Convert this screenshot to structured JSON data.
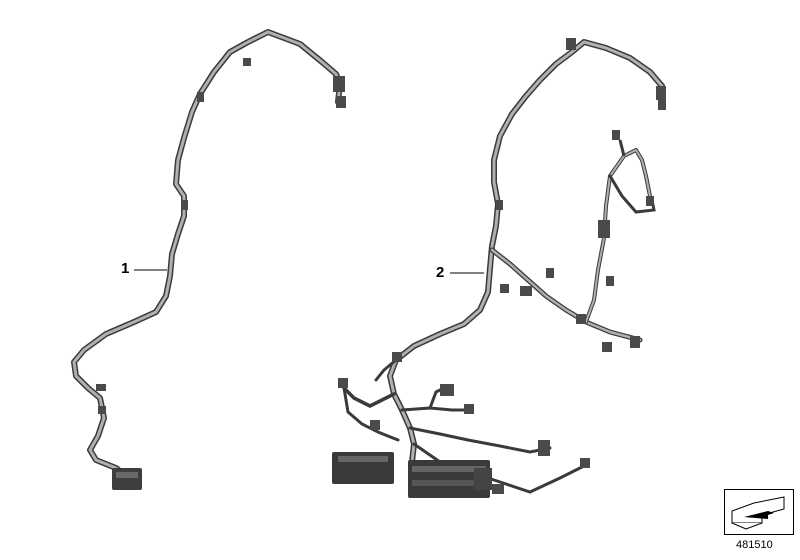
{
  "callouts": [
    {
      "id": "1",
      "text": "1"
    },
    {
      "id": "2",
      "text": "2"
    }
  ],
  "reference_number": "481510",
  "icons": {
    "reference_box": "folded-corner-arrow-icon"
  },
  "colors": {
    "wire_outline": "#3a3a3a",
    "wire_fill": "#a8a8a8",
    "connector_fill": "#4a4a4a",
    "background": "#ffffff"
  }
}
